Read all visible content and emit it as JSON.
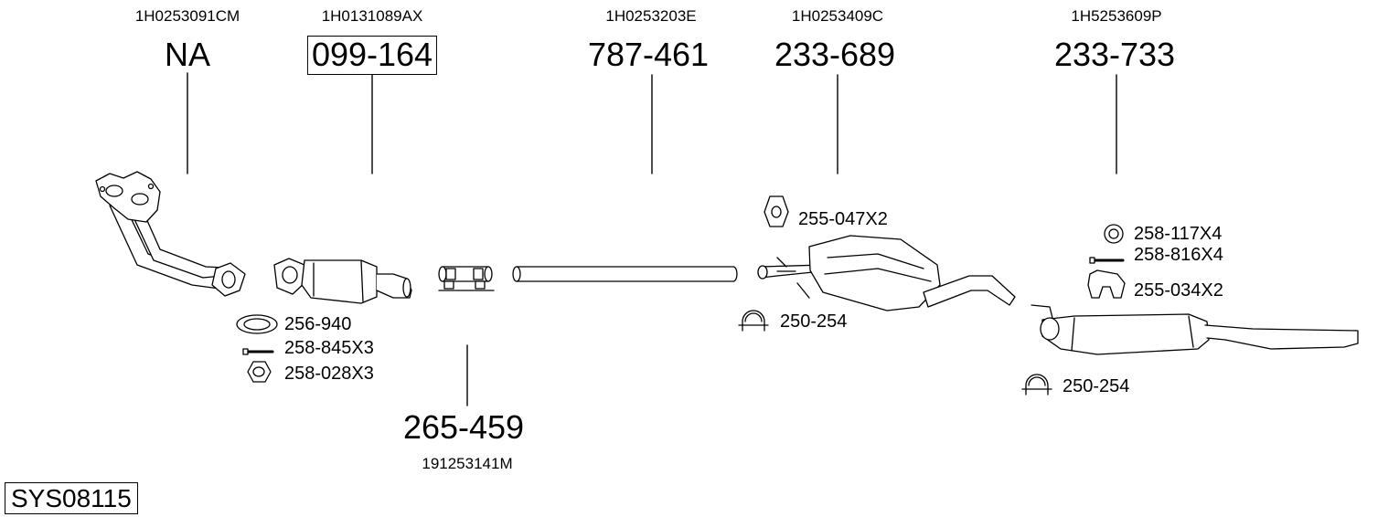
{
  "system_code": "SYS08115",
  "parts": [
    {
      "oe": "1H0253091CM",
      "number": "NA",
      "boxed": false
    },
    {
      "oe": "1H0131089AX",
      "number": "099-164",
      "boxed": true
    },
    {
      "oe": "191253141M",
      "number": "265-459",
      "boxed": false
    },
    {
      "oe": "1H0253203E",
      "number": "787-461",
      "boxed": false
    },
    {
      "oe": "1H0253409C",
      "number": "233-689",
      "boxed": false
    },
    {
      "oe": "1H5253609P",
      "number": "233-733",
      "boxed": false
    }
  ],
  "accessories": [
    {
      "label": "256-940"
    },
    {
      "label": "258-845X3"
    },
    {
      "label": "258-028X3"
    },
    {
      "label": "255-047X2"
    },
    {
      "label": "250-254"
    },
    {
      "label": "258-117X4"
    },
    {
      "label": "258-816X4"
    },
    {
      "label": "255-034X2"
    },
    {
      "label": "250-254"
    }
  ],
  "colors": {
    "line": "#000000",
    "part_fill": "#ffffff",
    "shade": "#d9d9d9"
  }
}
